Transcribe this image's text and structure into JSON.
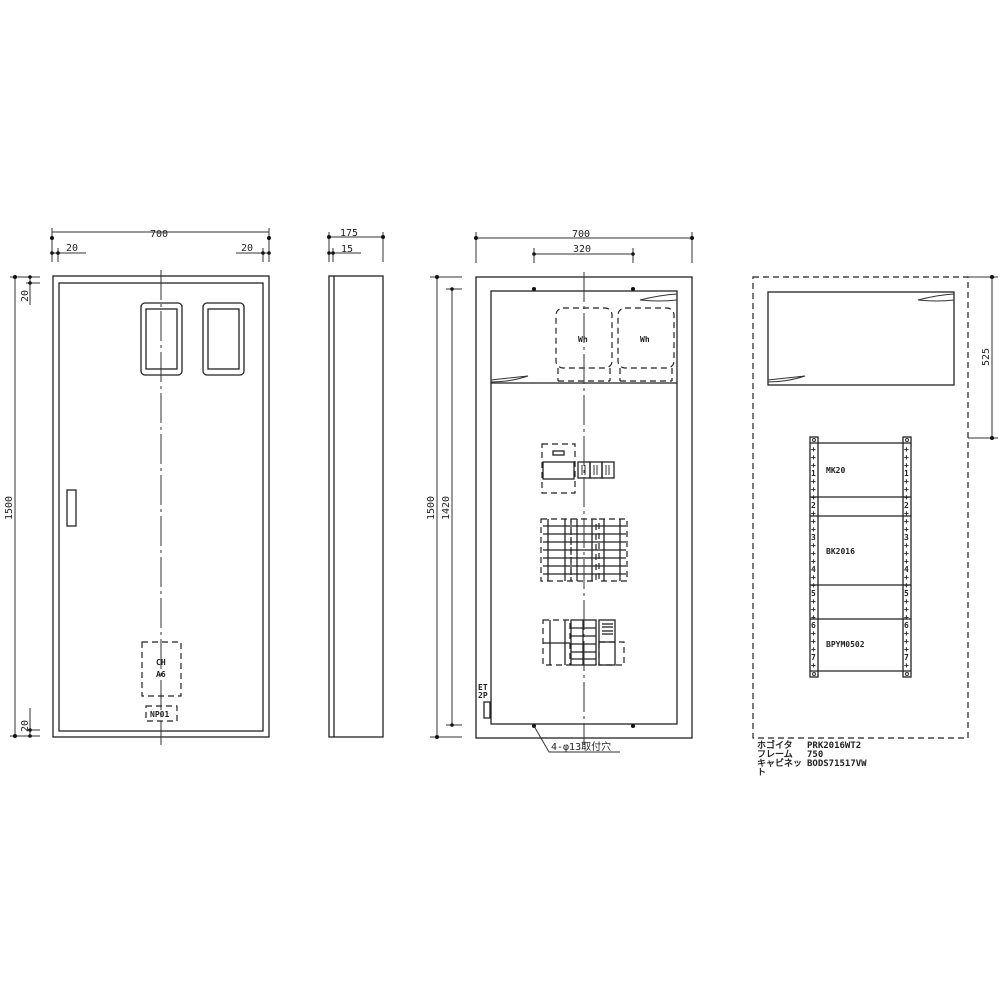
{
  "views": {
    "front": {
      "dim_width": "700",
      "dim_left_margin": "20",
      "dim_right_margin": "20",
      "dim_height": "1500",
      "dim_top_margin": "20",
      "dim_bottom_margin": "20",
      "label_ch": "CH",
      "label_a6": "A6",
      "label_np": "NP01"
    },
    "side": {
      "dim_depth": "175",
      "dim_door": "15"
    },
    "interior": {
      "dim_width": "700",
      "dim_meter_span": "320",
      "dim_height": "1500",
      "dim_inner_height": "1420",
      "meter_label_1": "Wh",
      "meter_label_2": "Wh",
      "et_label_1": "ET",
      "et_label_2": "2P",
      "mount_note": "4-φ13取付穴"
    },
    "frame": {
      "dim_top": "525",
      "rail_labels": [
        "MK20",
        "BK2016",
        "BPYM0502"
      ],
      "rail_numbers": [
        "1",
        "2",
        "3",
        "4",
        "5",
        "6",
        "7"
      ]
    }
  },
  "spec": {
    "rows": [
      {
        "key": "ホゴイタ",
        "value": "PRK2016WT2"
      },
      {
        "key": "フレーム",
        "value": "750"
      },
      {
        "key": "キャビネット",
        "value": "BODS71517VW"
      }
    ]
  }
}
